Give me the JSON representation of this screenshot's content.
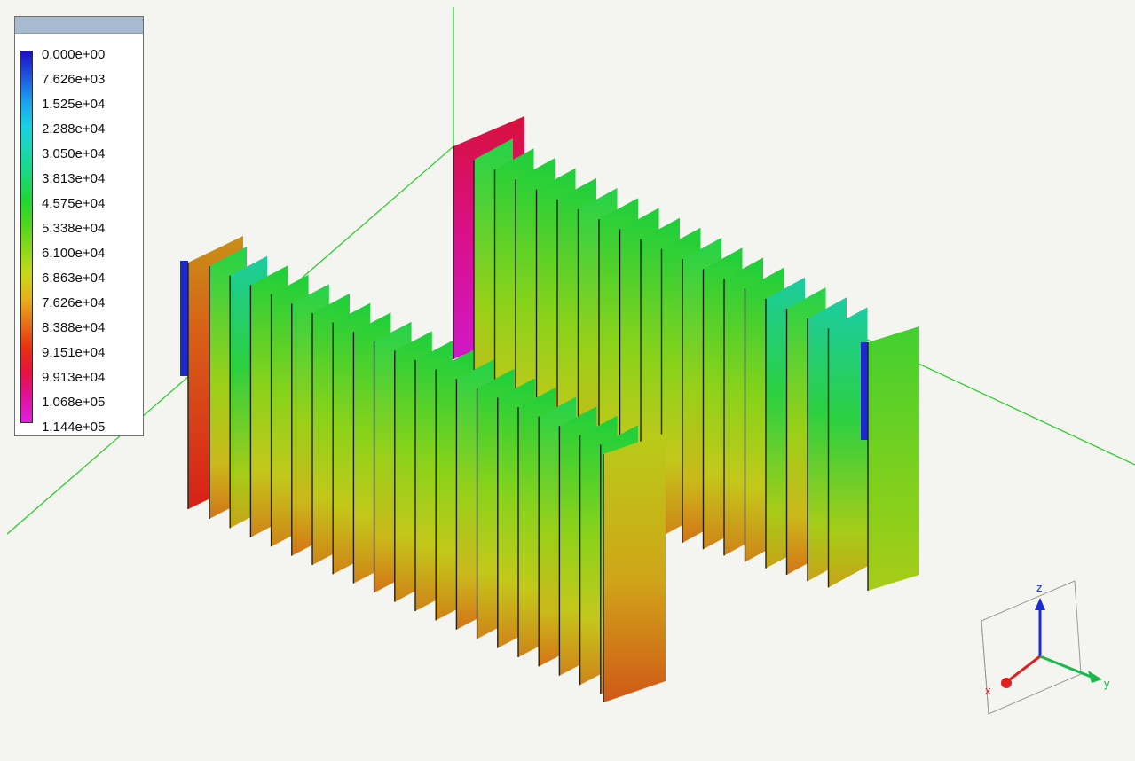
{
  "legend": {
    "title": "",
    "values": [
      "0.000e+00",
      "7.626e+03",
      "1.525e+04",
      "2.288e+04",
      "3.050e+04",
      "3.813e+04",
      "4.575e+04",
      "5.338e+04",
      "6.100e+04",
      "6.863e+04",
      "7.626e+04",
      "8.388e+04",
      "9.151e+04",
      "9.913e+04",
      "1.068e+05",
      "1.144e+05"
    ],
    "colors": [
      "#1c10c8",
      "#1d55e0",
      "#1ba0ee",
      "#19d0e6",
      "#1ad8b0",
      "#1ad878",
      "#1fd635",
      "#4fd61c",
      "#8ad81a",
      "#c8d81a",
      "#e8b01a",
      "#e8701a",
      "#e83010",
      "#e81040",
      "#e010a0",
      "#e020e0"
    ]
  },
  "triad": {
    "z_label": "z",
    "y_label": "y",
    "x_label": "x",
    "z_color": "#1a2bdc",
    "y_color": "#19b84a",
    "x_color": "#e02020"
  },
  "scene": {
    "axis_line_color": "#22cc22",
    "background": "#f4f4f0"
  }
}
